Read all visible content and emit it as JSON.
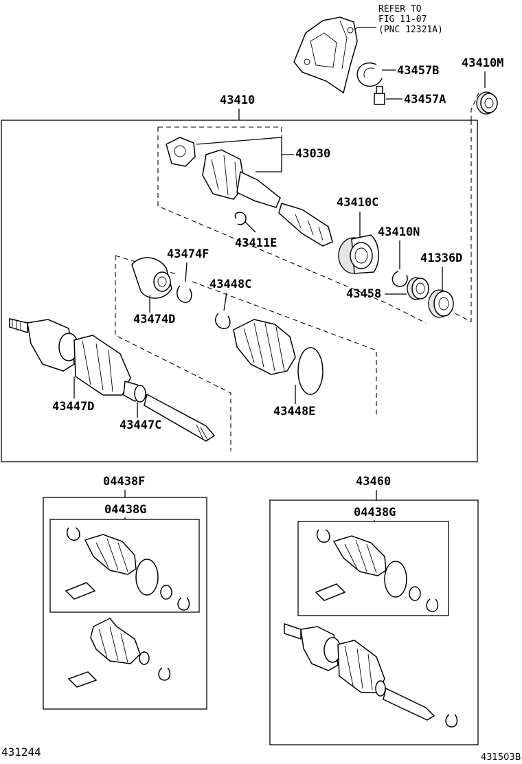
{
  "reference": {
    "line1": "REFER TO",
    "line2": "FIG 11-07",
    "line3": "(PNC 12321A)"
  },
  "labels": {
    "p43457B": "43457B",
    "p43457A": "43457A",
    "p43410M": "43410M",
    "p43410": "43410",
    "p43030": "43030",
    "p43410C": "43410C",
    "p43411E": "43411E",
    "p43474F": "43474F",
    "p43410N": "43410N",
    "p41336D": "41336D",
    "p43448C": "43448C",
    "p43458": "43458",
    "p43474D": "43474D",
    "p43447D": "43447D",
    "p43447C": "43447C",
    "p43448E": "43448E",
    "p04438F": "04438F",
    "p04438G_left": "04438G",
    "p43460": "43460",
    "p04438G_right": "04438G"
  },
  "footer": {
    "left_code": "431244",
    "right_code": "431503B"
  }
}
